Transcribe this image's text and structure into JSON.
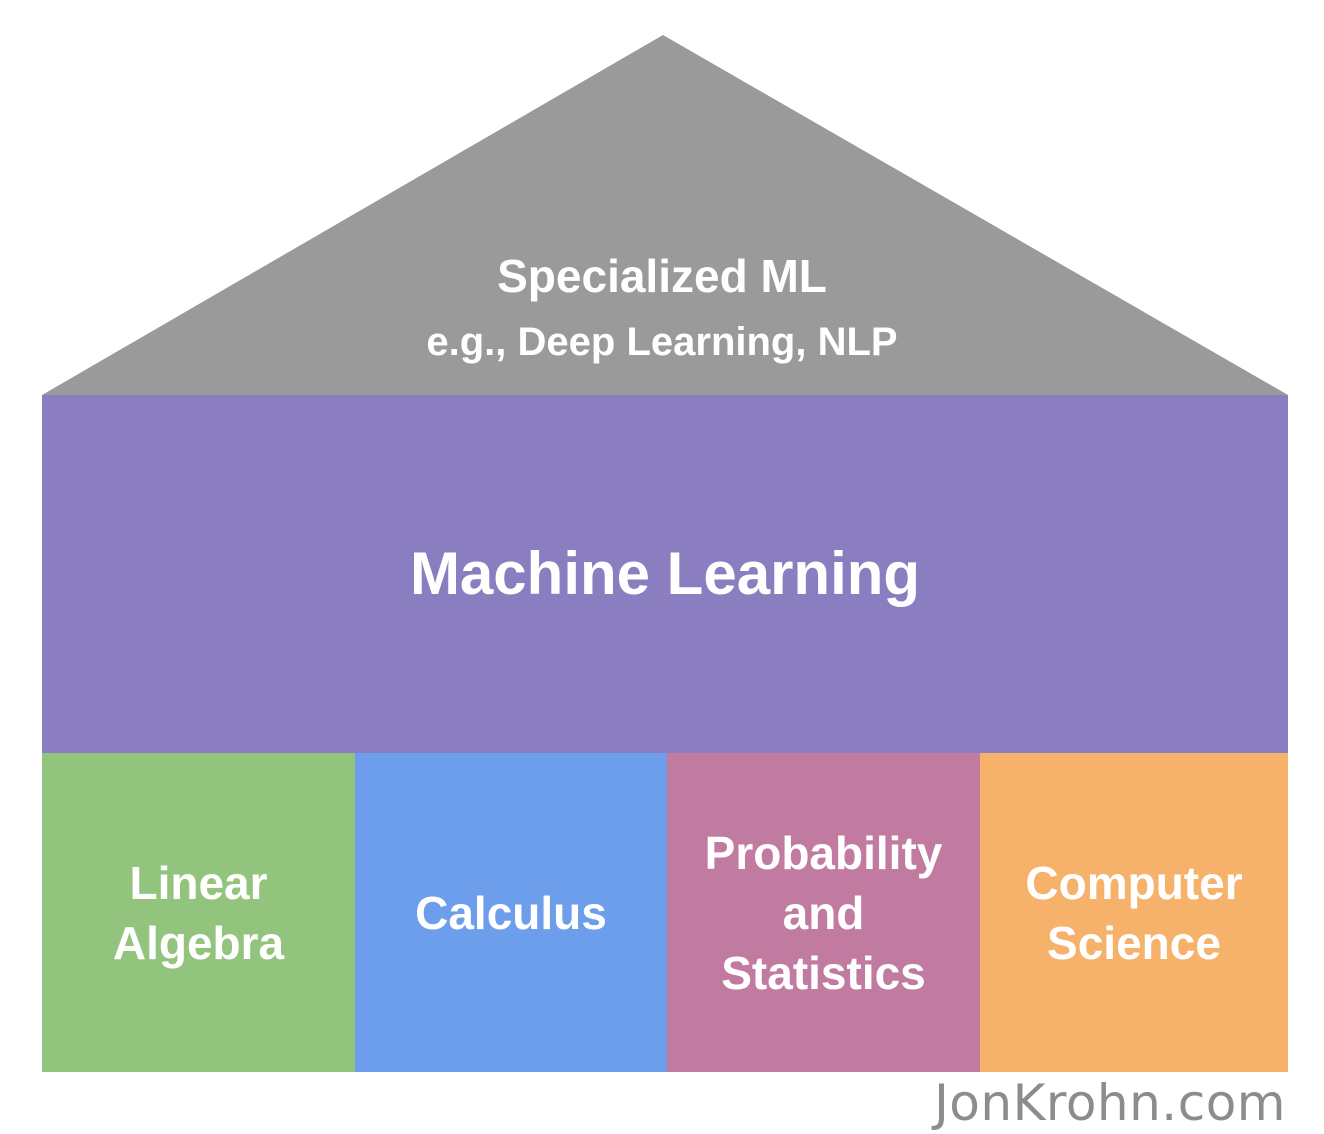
{
  "roof": {
    "title": "Specialized ML",
    "subtitle": "e.g., Deep Learning, NLP",
    "color": "#9a9a9a"
  },
  "main": {
    "label": "Machine Learning",
    "color": "#8b7ec0"
  },
  "pillars": [
    {
      "label": "Linear\nAlgebra",
      "color": "#93c47d"
    },
    {
      "label": "Calculus",
      "color": "#6d9eeb"
    },
    {
      "label": "Probability\nand\nStatistics",
      "color": "#c27ba0"
    },
    {
      "label": "Computer\nScience",
      "color": "#f6b26b"
    }
  ],
  "watermark": "JonKrohn.com",
  "text_color": "#ffffff"
}
